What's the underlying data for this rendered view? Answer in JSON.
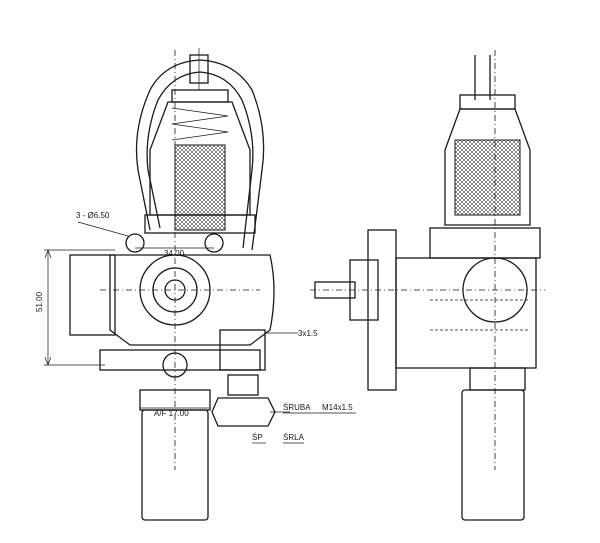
{
  "dimensions": {
    "hole": "3 - Ø6.50",
    "width": "34.00",
    "height": "51.00",
    "thread": "3x1.5",
    "wrench": "A/F 17.00"
  },
  "callouts": {
    "screw_word": "ŚRUBA",
    "screw_thread": "M14x1.5",
    "left_mark": "ŚP",
    "right_mark": "ŚRLA"
  },
  "colors": {
    "line": "#1a1a1a",
    "background": "#ffffff"
  }
}
